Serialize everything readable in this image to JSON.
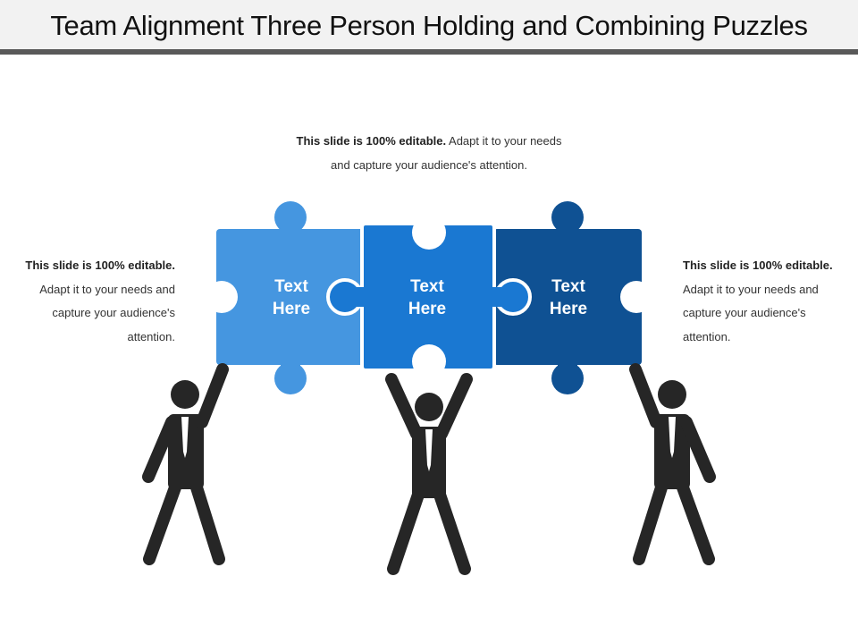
{
  "title": "Team Alignment Three Person Holding and Combining Puzzles",
  "callouts": {
    "top": {
      "bold": "This slide is 100% editable.",
      "rest": " Adapt it to your needs and capture your audience's attention."
    },
    "left": {
      "bold": "This slide is 100% editable.",
      "rest": " Adapt it to your needs and capture your audience's attention."
    },
    "right": {
      "bold": "This slide is 100% editable.",
      "rest": " Adapt it to your needs and capture your audience's attention."
    }
  },
  "pieces": [
    {
      "line1": "Text",
      "line2": "Here",
      "color": "#4596e0"
    },
    {
      "line1": "Text",
      "line2": "Here",
      "color": "#1a78d2"
    },
    {
      "line1": "Text",
      "line2": "Here",
      "color": "#0f5193"
    }
  ],
  "figure_color": "#262626"
}
